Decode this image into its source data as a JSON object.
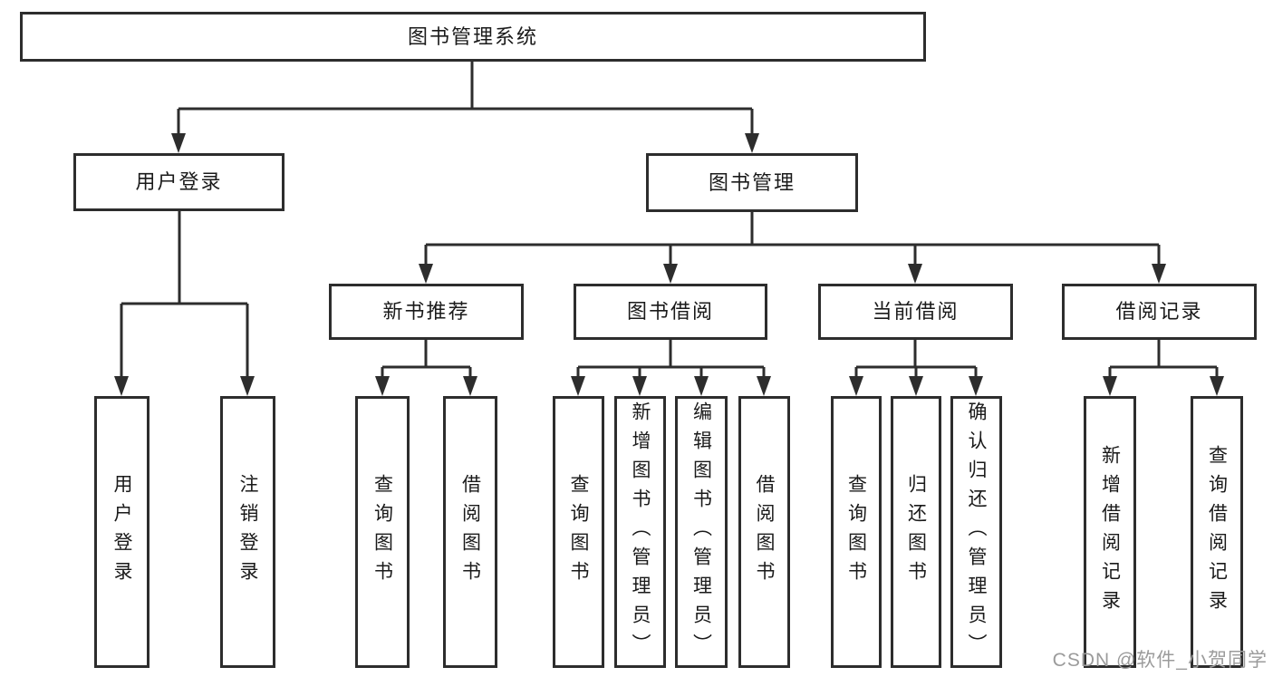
{
  "colors": {
    "line": "#2d2d2d",
    "box_border": "#2d2d2d",
    "text": "#1a1a1a",
    "background": "#ffffff",
    "watermark": "#9b9b9b"
  },
  "tree": {
    "root": "图书管理系统",
    "branches": [
      {
        "label": "用户登录",
        "children": [
          "用户登录",
          "注销登录"
        ]
      },
      {
        "label": "图书管理",
        "groups": [
          {
            "label": "新书推荐",
            "children": [
              "查询图书",
              "借阅图书"
            ]
          },
          {
            "label": "图书借阅",
            "children": [
              "查询图书",
              "新增图书（管理员）",
              "编辑图书（管理员）",
              "借阅图书"
            ]
          },
          {
            "label": "当前借阅",
            "children": [
              "查询图书",
              "归还图书",
              "确认归还（管理员）"
            ]
          },
          {
            "label": "借阅记录",
            "children": [
              "新增借阅记录",
              "查询借阅记录"
            ]
          }
        ]
      }
    ]
  },
  "watermark": {
    "text": "CSDN @软件_小贺同学"
  }
}
